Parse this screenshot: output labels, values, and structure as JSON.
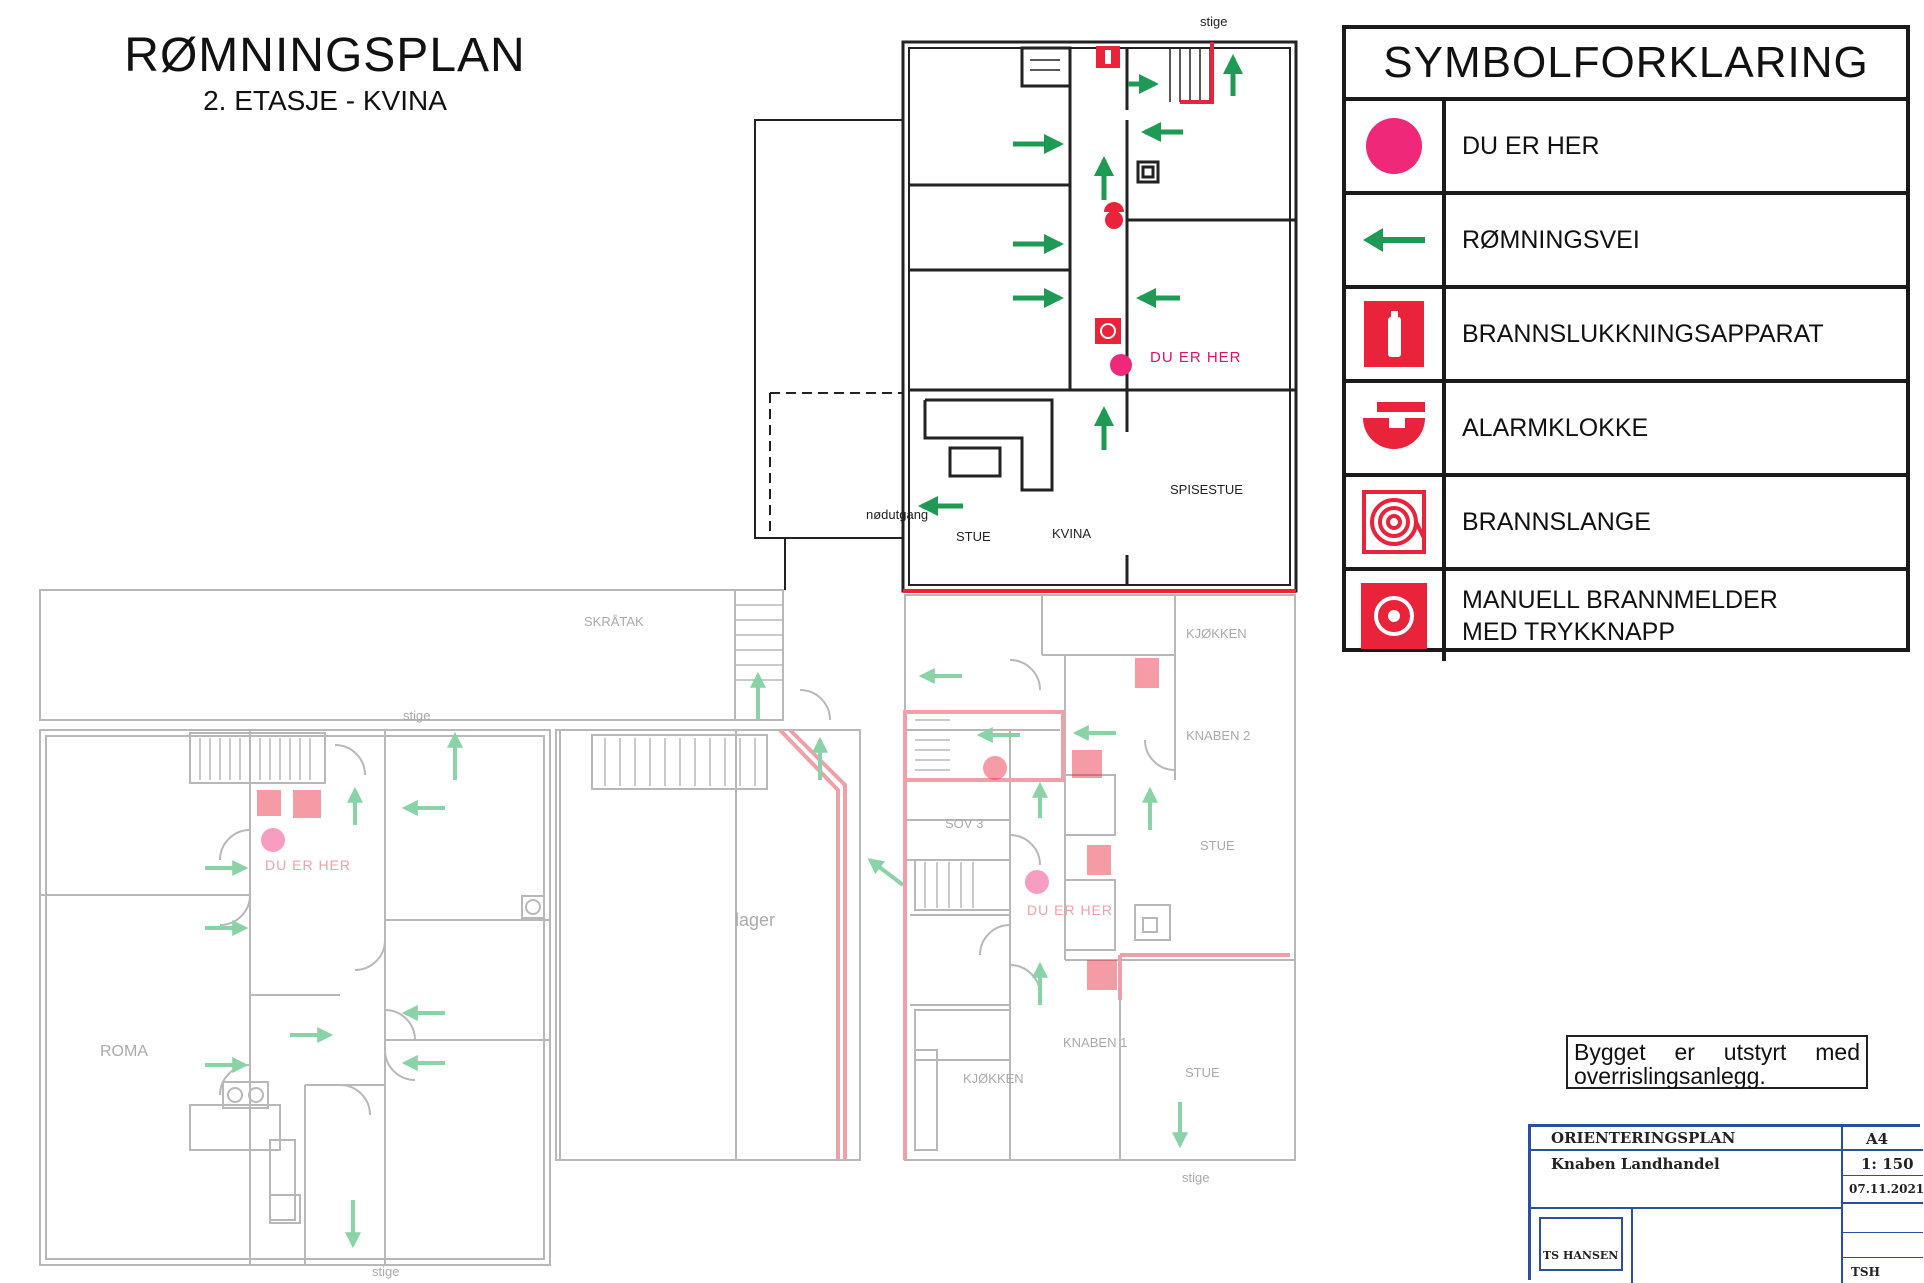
{
  "title": {
    "main": "RØMNINGSPLAN",
    "sub": "2. ETASJE - KVINA"
  },
  "legend": {
    "heading": "SYMBOLFORKLARING",
    "items": [
      {
        "icon": "you-are-here-icon",
        "label": "DU ER HER"
      },
      {
        "icon": "escape-route-arrow-icon",
        "label": "RØMNINGSVEI"
      },
      {
        "icon": "fire-extinguisher-icon",
        "label": "BRANNSLUKKNINGSAPPARAT"
      },
      {
        "icon": "alarm-bell-icon",
        "label": "ALARMKLOKKE"
      },
      {
        "icon": "fire-hose-icon",
        "label": "BRANNSLANGE"
      },
      {
        "icon": "manual-call-point-icon",
        "label": "MANUELL BRANNMELDER",
        "label2": "MED TRYKKNAPP"
      }
    ]
  },
  "plan_labels": {
    "stige_top": "stige",
    "nodutgang": "nødutgang",
    "stue_upper": "STUE",
    "kvina": "KVINA",
    "spisestue": "SPISESTUE",
    "du_er_her_upper": "DU ER HER",
    "skratak": "SKRÅTAK",
    "stige_left": "stige",
    "du_er_her_left": "DU ER HER",
    "roma": "ROMA",
    "lager": "lager",
    "kjokken_top": "KJØKKEN",
    "knaben_2": "KNABEN 2",
    "sov_3": "SOV 3",
    "stue_right": "STUE",
    "du_er_her_right": "DU ER HER",
    "knaben_1": "KNABEN 1",
    "kjokken_bottom": "KJØKKEN",
    "stue_bottom": "STUE",
    "stige_bottom_right": "stige",
    "stige_bottom_left": "stige"
  },
  "note": {
    "line1": "Bygget er utstyrt med",
    "line2": "overrislingsanlegg."
  },
  "titleblock": {
    "heading": "ORIENTERINGSPLAN",
    "project": "Knaben Landhandel",
    "paper": "A4",
    "scale": "1: 150",
    "date": "07.11.2021",
    "company": "TS HANSEN",
    "initials": "TSH"
  },
  "colors": {
    "wall": "#222222",
    "faded_wall": "#b8b8b8",
    "escape_arrow": "#1f9a55",
    "faded_arrow": "#8ad3a6",
    "red": "#e8233a",
    "pink": "#f0287a",
    "faded_red": "#f0a0a8"
  }
}
